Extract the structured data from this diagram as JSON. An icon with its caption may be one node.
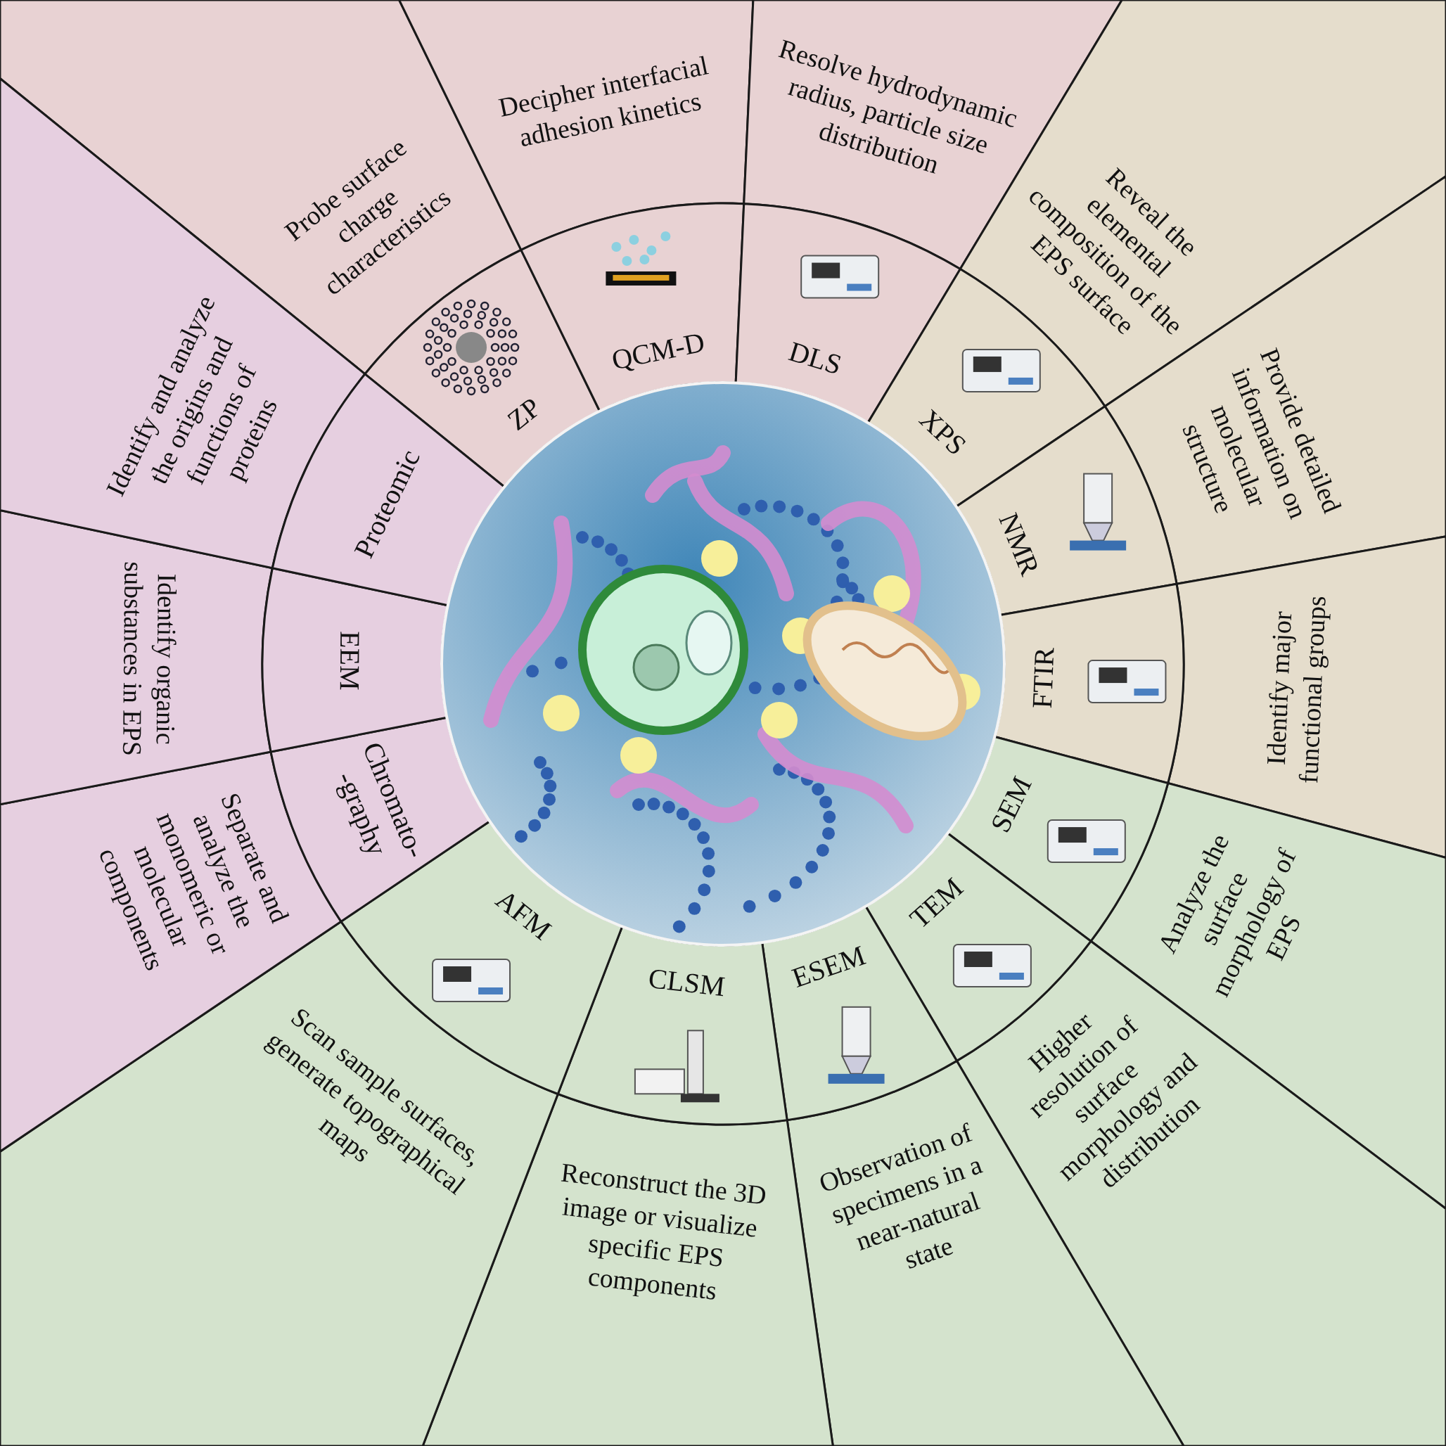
{
  "diagram": {
    "nodes": [
      {
        "text": [],
        "shape": "picture"
      },
      {
        "text": [
          "ZP"
        ]
      },
      {
        "text": [
          "Probe surface charge characteristics"
        ]
      },
      {
        "text": [
          "QCM-D"
        ]
      },
      {
        "text": [
          "Decipher interfacial adhesion kinetics"
        ]
      },
      {
        "text": [
          "DLS"
        ]
      },
      {
        "text": [
          "Resolve hydrodynamic radius, particle size distribution"
        ]
      },
      {
        "text": [
          "XPS"
        ]
      },
      {
        "text": [
          "Reveal the elemental composition of the EPS surface"
        ]
      },
      {
        "text": [
          "NMR"
        ]
      },
      {
        "text": [
          "Provide detailed information on molecular structure"
        ]
      },
      {
        "text": [
          "FTIR"
        ]
      },
      {
        "text": [
          "Identify major functional groups"
        ]
      },
      {
        "text": [
          "SEM"
        ]
      },
      {
        "text": [
          "Analyze the surface morphology of EPS"
        ]
      },
      {
        "text": [
          "TEM"
        ]
      },
      {
        "text": [
          "Higher resolution of surface morphology and distribution"
        ]
      },
      {
        "text": [
          "ESEM"
        ]
      },
      {
        "text": [
          "Observation of specimens in a near-natural state"
        ]
      },
      {
        "text": [
          "CLSM"
        ]
      },
      {
        "text": [
          "Reconstruct the 3D image or visualize specific EPS components"
        ]
      },
      {
        "text": [
          "AFM"
        ]
      },
      {
        "text": [
          "Scan sample surfaces, generate topographical maps"
        ]
      },
      {
        "text": [
          "Chromato- -graphy"
        ]
      },
      {
        "text": [
          "Separate and analyze the monomeric or molecular components"
        ]
      },
      {
        "text": [
          "EEM"
        ]
      },
      {
        "text": [
          "Identify organic substances in EPS"
        ]
      },
      {
        "text": [
          "Proteomic"
        ]
      },
      {
        "text": [
          "Identify and analyze the origins and functions of proteins"
        ]
      }
    ]
  }
}
